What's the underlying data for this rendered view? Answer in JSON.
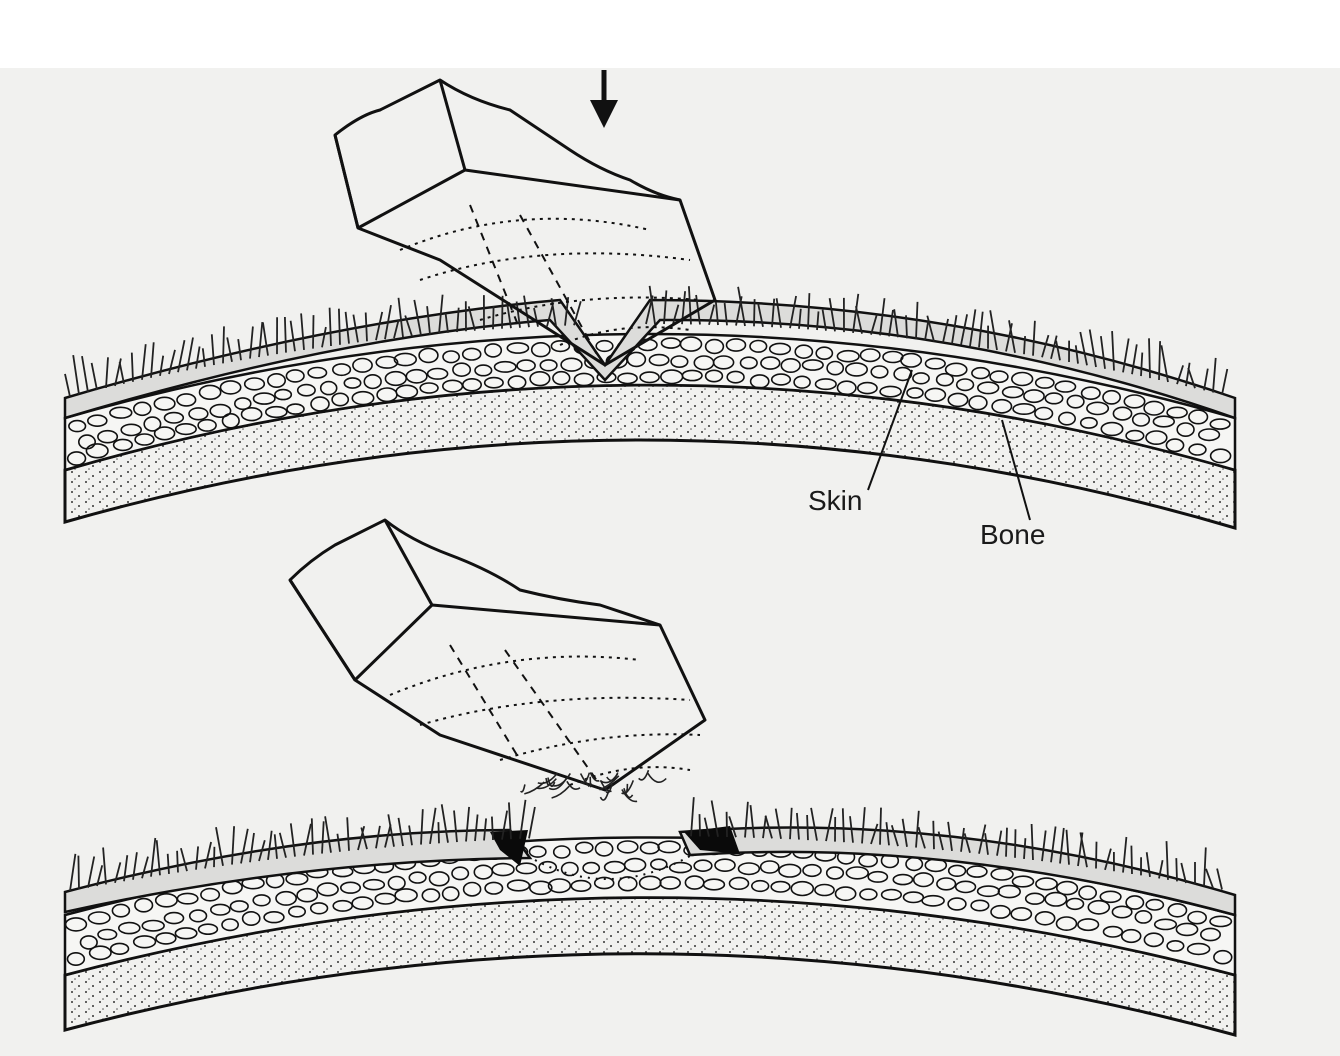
{
  "figure": {
    "labels": {
      "skin": "Skin",
      "bone": "Bone"
    },
    "panels": [
      {
        "id": "top",
        "state": "impact",
        "arrow": true
      },
      {
        "id": "bottom",
        "state": "laceration",
        "arrow": false
      }
    ],
    "colors": {
      "background": "#f1f1ef",
      "ink": "#111111",
      "skin_fill": "#dcdcda",
      "bone_fill": "#f4f4f2",
      "bruise": "#0a0a0a"
    },
    "icons": [
      "down-arrow-icon",
      "rock-icon",
      "hair-tufts"
    ]
  }
}
